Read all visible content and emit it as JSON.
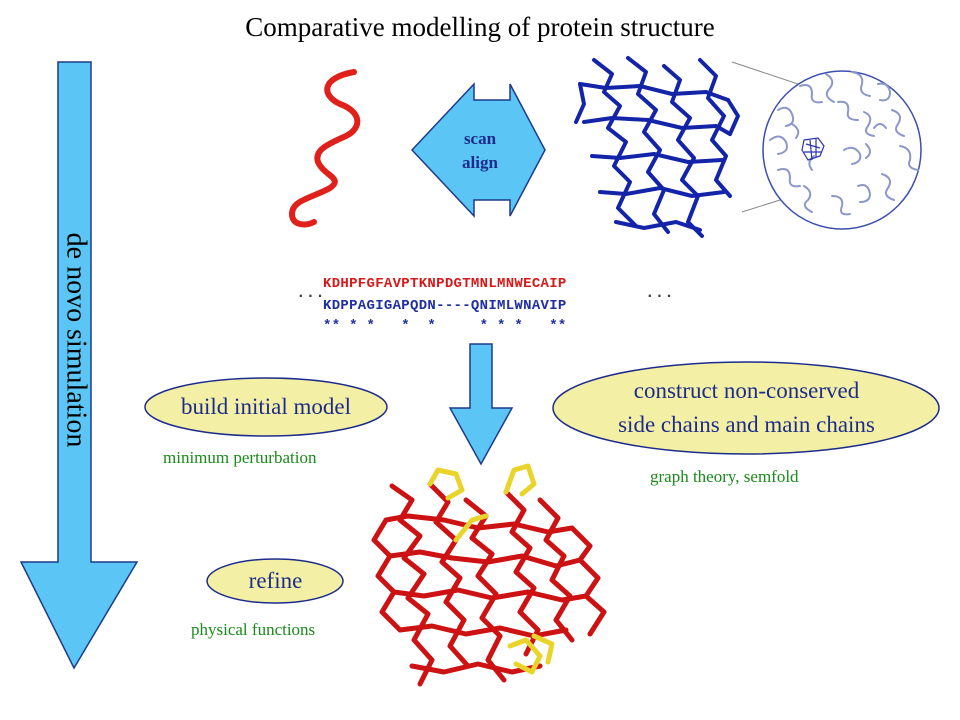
{
  "title": "Comparative modelling of protein structure",
  "side_arrow": {
    "label": "de novo simulation",
    "color": "#5bc6f5"
  },
  "scan_align": {
    "line1": "scan",
    "line2": "align",
    "fill": "#5bc6f5"
  },
  "alignment": {
    "ellipsis": "...",
    "query": "KDHPFGFAVPTKNPDGTMNLMNWECAIP",
    "template": "KDPPAGIGAPQDN----QNIMLWNAVIP",
    "conservation": "** * *   *  *     * * *   **"
  },
  "steps": {
    "build": "build initial model",
    "construct_line1": "construct non-conserved",
    "construct_line2": "side chains and main chains",
    "refine": "refine"
  },
  "notes": {
    "build": "minimum perturbation",
    "construct": "graph theory, semfold",
    "refine": "physical functions"
  },
  "colors": {
    "query_chain": "#e0201a",
    "template_chain": "#1424a8",
    "model_chain": "#cc1212",
    "loops": "#e8d42a",
    "ellipse_fill": "#f3f0a6",
    "label_text": "#1d2c8a",
    "note_text": "#1a8a1a"
  }
}
